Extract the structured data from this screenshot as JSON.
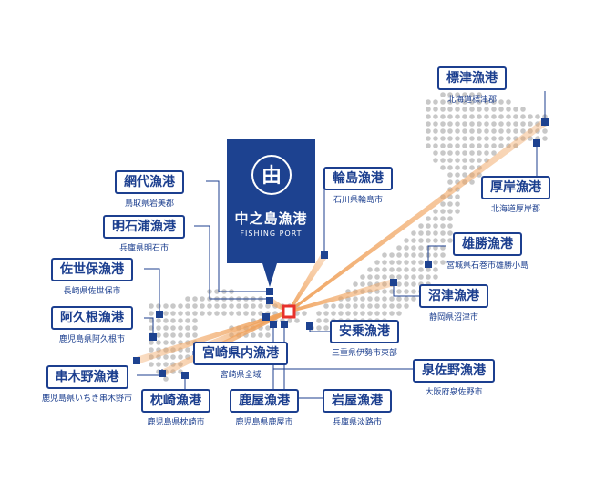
{
  "hub": {
    "name": "中之島漁港",
    "name_en": "FISHING PORT",
    "logo_glyph": "由",
    "color": "#1d4290"
  },
  "colors": {
    "accent": "#1c3f8f",
    "route": "#f0a15a",
    "map_dot": "#c8c8c8",
    "marker": "#1d4290",
    "hub_marker": "#e8312b"
  },
  "ports": [
    {
      "id": "shibetsu",
      "name": "標津漁港",
      "location": "北海道標津郡"
    },
    {
      "id": "akkeshi",
      "name": "厚岸漁港",
      "location": "北海道厚岸郡"
    },
    {
      "id": "wajima",
      "name": "輪島漁港",
      "location": "石川県輪島市"
    },
    {
      "id": "okachi",
      "name": "雄勝漁港",
      "location": "宮城県石巻市雄勝小島"
    },
    {
      "id": "numazu",
      "name": "沼津漁港",
      "location": "静岡県沼津市"
    },
    {
      "id": "anori",
      "name": "安乗漁港",
      "location": "三重県伊勢市東部"
    },
    {
      "id": "izumisano",
      "name": "泉佐野漁港",
      "location": "大阪府泉佐野市"
    },
    {
      "id": "iwaya",
      "name": "岩屋漁港",
      "location": "兵庫県淡路市"
    },
    {
      "id": "kanoya",
      "name": "鹿屋漁港",
      "location": "鹿児島県鹿屋市"
    },
    {
      "id": "makurazaki",
      "name": "枕崎漁港",
      "location": "鹿児島県枕崎市"
    },
    {
      "id": "kushikino",
      "name": "串木野漁港",
      "location": "鹿児島県いちき串木野市"
    },
    {
      "id": "miyazaki",
      "name": "宮崎県内漁港",
      "location": "宮崎県全域"
    },
    {
      "id": "akune",
      "name": "阿久根漁港",
      "location": "鹿児島県阿久根市"
    },
    {
      "id": "sasebo",
      "name": "佐世保漁港",
      "location": "長崎県佐世保市"
    },
    {
      "id": "akashiura",
      "name": "明石浦漁港",
      "location": "兵庫県明石市"
    },
    {
      "id": "ajiro",
      "name": "網代漁港",
      "location": "鳥取県岩美郡"
    }
  ]
}
